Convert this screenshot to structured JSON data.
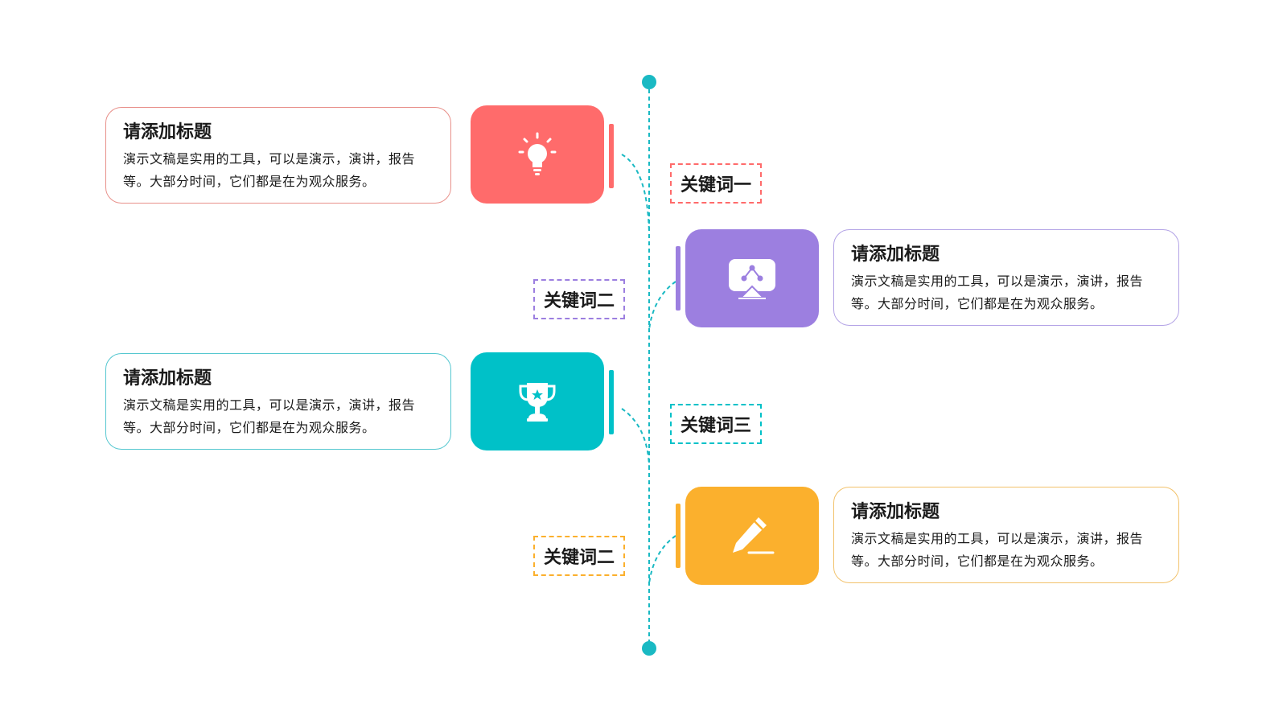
{
  "colors": {
    "red": "#ff6b6b",
    "purple": "#9c7fe0",
    "teal": "#00c1c8",
    "orange": "#fbb02d",
    "axis": "#1ab9c3"
  },
  "items": [
    {
      "title": "请添加标题",
      "body": "演示文稿是实用的工具，可以是演示，演讲，报告等。大部分时间，它们都是在为观众服务。",
      "keyword": "关键词一",
      "icon": "lightbulb-icon",
      "color": "#ff6b6b"
    },
    {
      "title": "请添加标题",
      "body": "演示文稿是实用的工具，可以是演示，演讲，报告等。大部分时间，它们都是在为观众服务。",
      "keyword": "关键词二",
      "icon": "presentation-icon",
      "color": "#9c7fe0"
    },
    {
      "title": "请添加标题",
      "body": "演示文稿是实用的工具，可以是演示，演讲，报告等。大部分时间，它们都是在为观众服务。",
      "keyword": "关键词三",
      "icon": "trophy-icon",
      "color": "#00c1c8"
    },
    {
      "title": "请添加标题",
      "body": "演示文稿是实用的工具，可以是演示，演讲，报告等。大部分时间，它们都是在为观众服务。",
      "keyword": "关键词二",
      "icon": "pencil-icon",
      "color": "#fbb02d"
    }
  ]
}
